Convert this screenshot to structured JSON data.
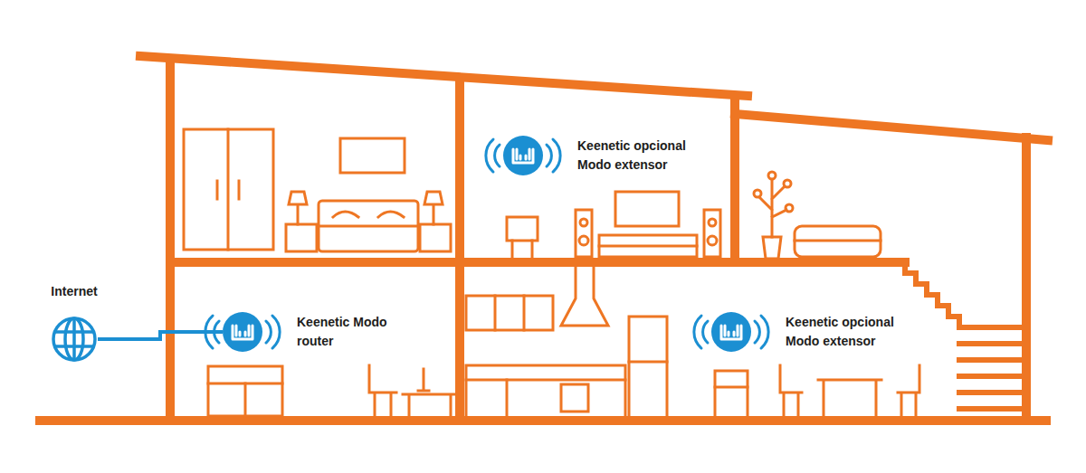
{
  "diagram": {
    "nodes": [
      {
        "text": [
          "Keenetic opcional Modo extensor"
        ]
      },
      {
        "text": [
          "Internet"
        ]
      },
      {
        "text": [
          "Keenetic Modo router"
        ]
      },
      {
        "text": [
          "Keenetic opcional Modo extensor"
        ]
      }
    ],
    "edges": [
      {
        "from": 1,
        "to": 2,
        "arrow": "none"
      }
    ]
  }
}
